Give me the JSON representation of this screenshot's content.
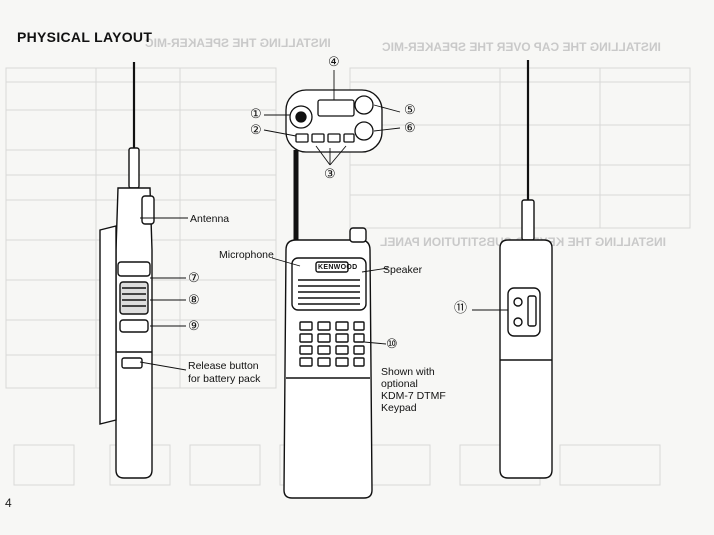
{
  "page": {
    "title": "PHYSICAL LAYOUT",
    "page_number": "4"
  },
  "callouts": {
    "antenna": "Antenna",
    "microphone": "Microphone",
    "speaker": "Speaker",
    "release_line1": "Release button",
    "release_line2": "for battery pack",
    "shown_line1": "Shown with",
    "shown_line2": "optional",
    "shown_line3": "KDM-7 DTMF",
    "shown_line4": "Keypad"
  },
  "numbers": {
    "n1": "①",
    "n2": "②",
    "n3": "③",
    "n4": "④",
    "n5": "⑤",
    "n6": "⑥",
    "n7": "⑦",
    "n8": "⑧",
    "n9": "⑨",
    "n10": "⑩",
    "n11": "⑪"
  },
  "brand": "KENWOOD"
}
